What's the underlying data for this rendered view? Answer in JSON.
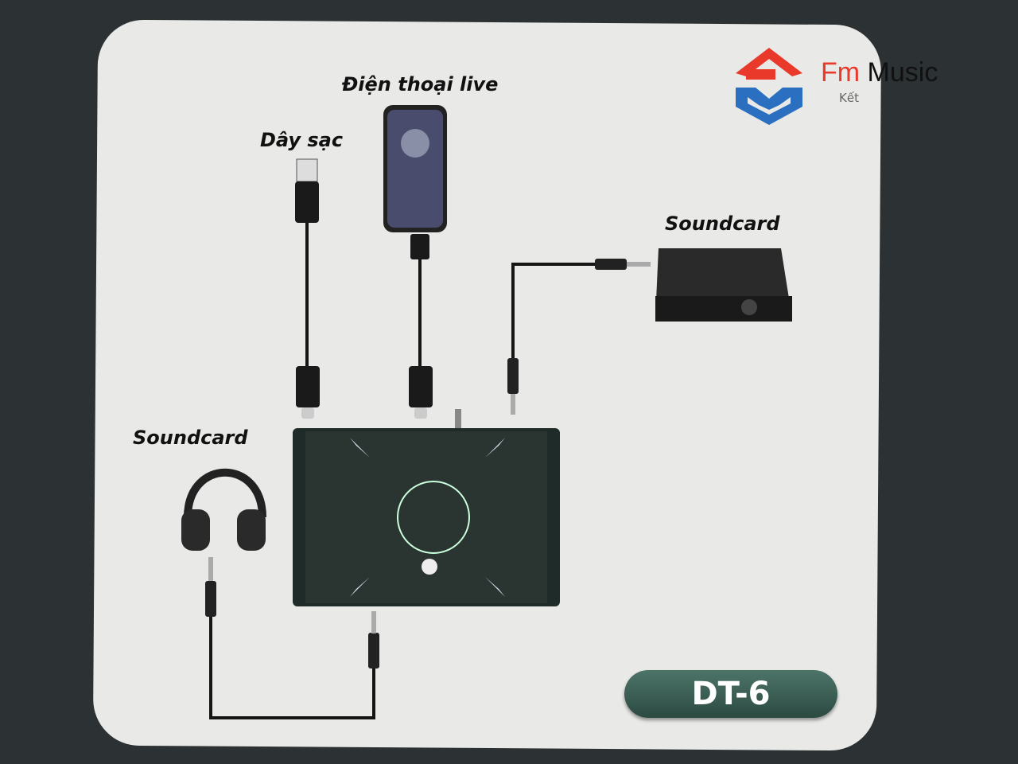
{
  "labels": {
    "phone": "Điện thoại live",
    "charger": "Dây sạc",
    "soundcard_right": "Soundcard",
    "soundcard_left": "Soundcard"
  },
  "model": "DT-6",
  "logo": {
    "brand_part1": "Fm",
    "brand_part2": "Music",
    "tagline": "Kết"
  },
  "colors": {
    "background": "#2c3133",
    "card": "#e9eae7",
    "badge": "#3b5e54",
    "logo_red": "#e8392b",
    "logo_blue": "#2a6fc0"
  }
}
